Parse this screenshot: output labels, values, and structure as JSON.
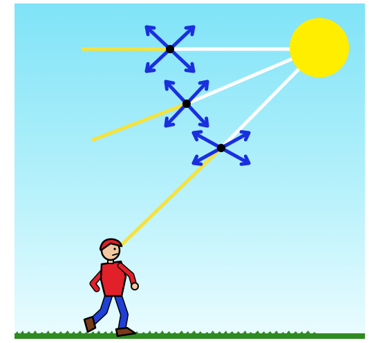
{
  "colors": {
    "frame": "#ffffff",
    "sky_top": "#7fe3f7",
    "sky_mid": "#b6f1fb",
    "sky_bottom": "#eafcff",
    "sun": "#ffee00",
    "incoming_ray": "#ffffff",
    "scattered_ray": "#f6e23a",
    "molecule_arrow": "#1a2fe0",
    "molecule_core": "#000000",
    "grass": "#2f8a22",
    "person_shirt": "#e2202a",
    "person_pants": "#1f3fd6",
    "person_skin": "#f2c9a0",
    "person_outline": "#000000",
    "person_shoe": "#7a3a1a"
  },
  "icons": {
    "sun": "sun-icon",
    "molecule": "scattering-molecule-icon",
    "observer": "person-walking-icon"
  },
  "scene": {
    "molecule_count": 3,
    "incoming_rays": 3,
    "scattered_rays": 3
  }
}
